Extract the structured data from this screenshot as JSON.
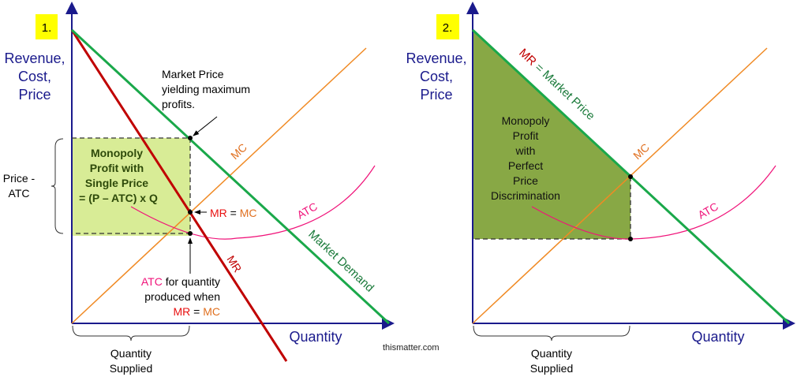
{
  "colors": {
    "axis": "#1a1a8c",
    "demand": "#1aa84a",
    "mr": "#c00000",
    "mc": "#f08a24",
    "atc": "#f0147a",
    "profit1": "#d8ec96",
    "profit2": "#88a845",
    "label_bg": "#ffff00"
  },
  "panel1": {
    "number": "1.",
    "ylabel": [
      "Revenue,",
      "Cost,",
      "Price"
    ],
    "xlabel": "Quantity",
    "profit_label": [
      "Monopoly",
      "Profit with",
      "Single Price",
      "= (P – ATC) x Q"
    ],
    "price_atc": [
      "Price -",
      "ATC"
    ],
    "market_price_note": [
      "Market Price",
      "yielding maximum",
      "profits."
    ],
    "mr_eq_mc": {
      "mr": "MR",
      "eq": " = ",
      "mc": "MC"
    },
    "atc_note": {
      "atc": "ATC",
      "rest": " for quantity",
      "line2": "produced when",
      "mr": "MR",
      "eq": " = ",
      "mc": "MC"
    },
    "curve_labels": {
      "mc": "MC",
      "atc": "ATC",
      "mr": "MR",
      "demand": "Market Demand"
    },
    "quantity_supplied": [
      "Quantity",
      "Supplied"
    ]
  },
  "panel2": {
    "number": "2.",
    "ylabel": [
      "Revenue,",
      "Cost,",
      "Price"
    ],
    "xlabel": "Quantity",
    "profit_label": [
      "Monopoly",
      "Profit",
      "with",
      "Perfect",
      "Price",
      "Discrimination"
    ],
    "curve_labels": {
      "mr": "MR",
      "eq": " = ",
      "market_price": "Market Price",
      "mc": "MC",
      "atc": "ATC"
    },
    "quantity_supplied": [
      "Quantity",
      "Supplied"
    ]
  },
  "watermark": "thismatter.com"
}
